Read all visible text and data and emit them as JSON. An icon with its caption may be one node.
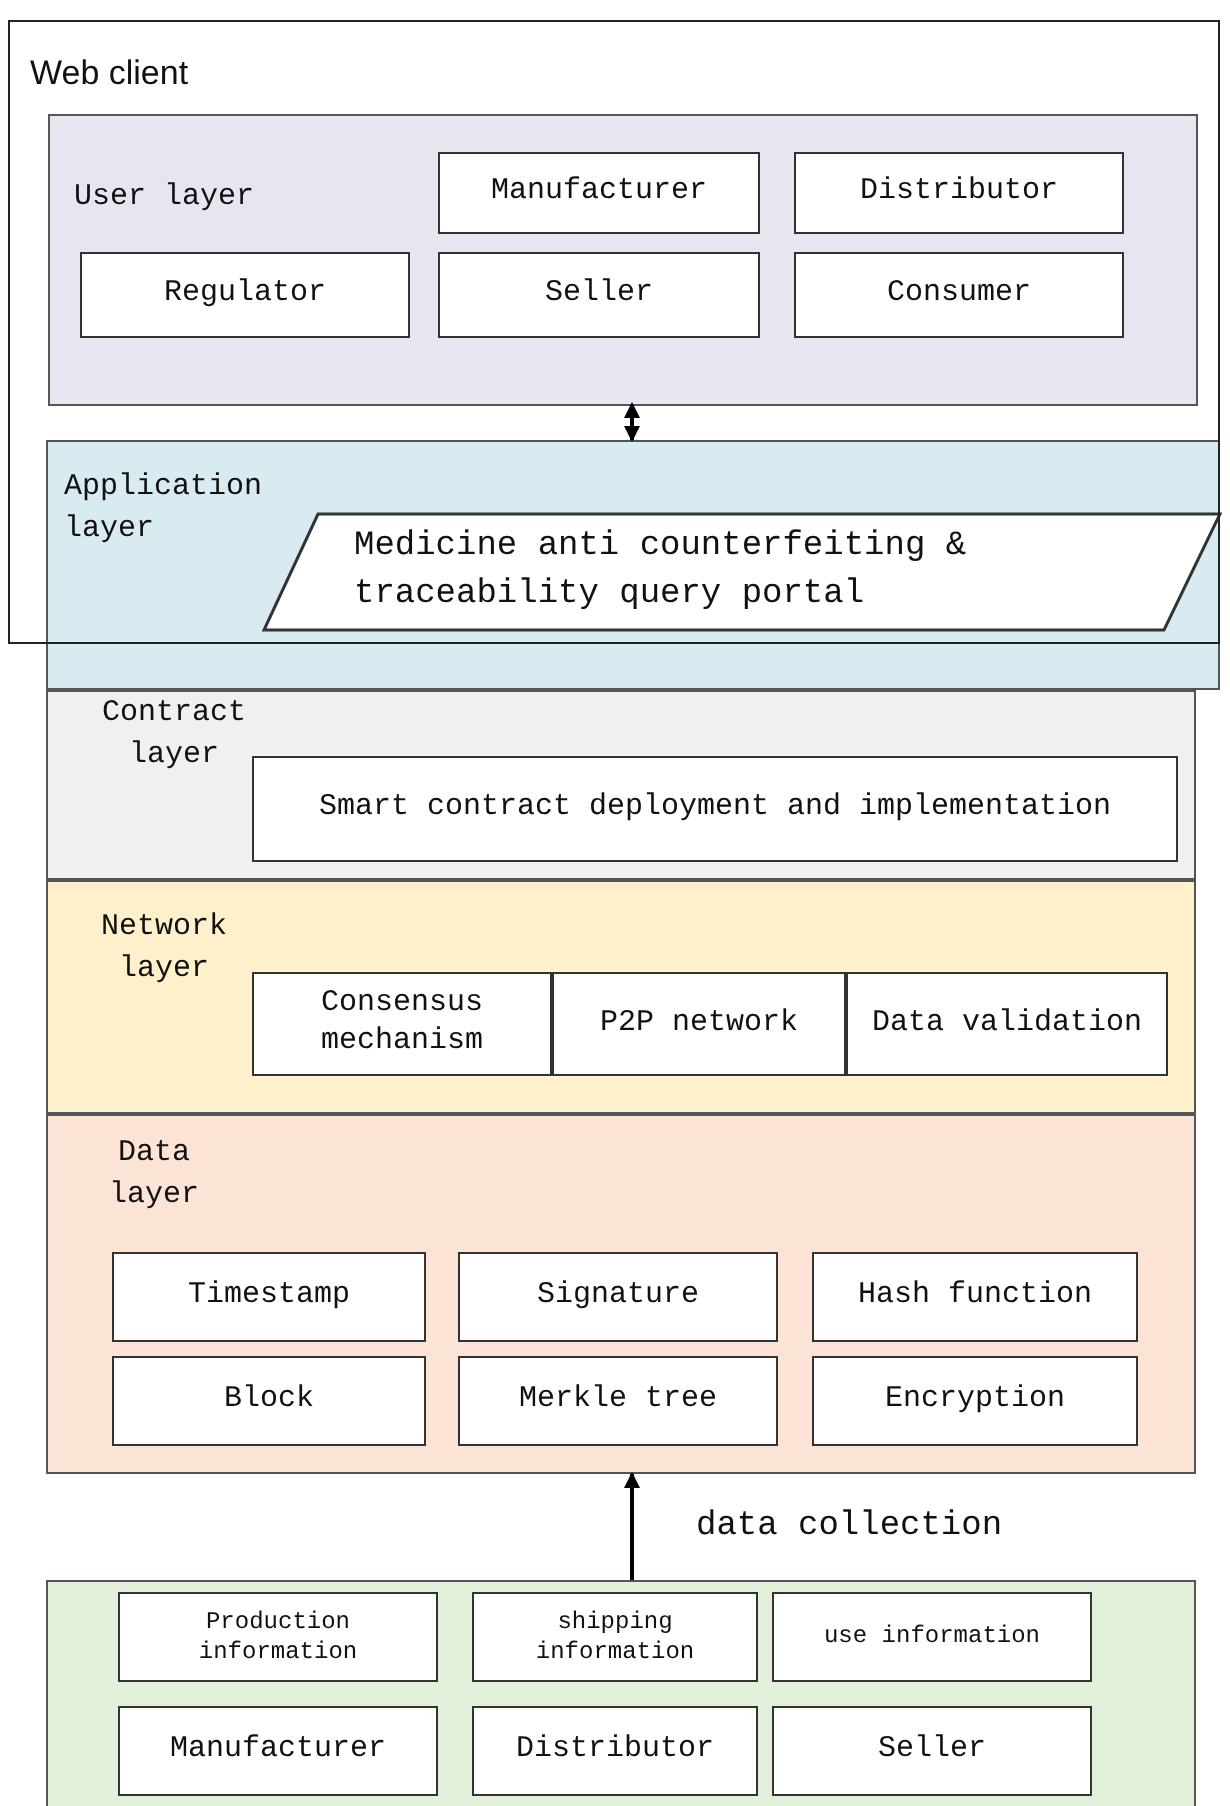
{
  "diagram": {
    "nodes": [
      {
        "text": [
          "Web client"
        ]
      },
      {
        "text": [
          "User layer"
        ],
        "in": 0
      },
      {
        "text": [
          "Manufacturer"
        ],
        "in": 1
      },
      {
        "text": [
          "Distributor"
        ],
        "in": 1
      },
      {
        "text": [
          "Regulator"
        ],
        "in": 1
      },
      {
        "text": [
          "Seller"
        ],
        "in": 1
      },
      {
        "text": [
          "Consumer"
        ],
        "in": 1
      },
      {
        "text": [
          "Application layer"
        ]
      },
      {
        "text": [
          "Medicine anti counterfeiting & traceability query portal"
        ],
        "in": 7
      },
      {
        "text": [
          "Contract layer"
        ]
      },
      {
        "text": [
          "Smart contract deployment and implementation"
        ],
        "in": 9
      },
      {
        "text": [
          "Network layer"
        ]
      },
      {
        "text": [
          "Consensus mechanism"
        ],
        "in": 11
      },
      {
        "text": [
          "P2P network"
        ],
        "in": 11
      },
      {
        "text": [
          "Data validation"
        ],
        "in": 11
      },
      {
        "text": [
          "Data layer"
        ]
      },
      {
        "text": [
          "Timestamp"
        ],
        "in": 15
      },
      {
        "text": [
          "Signature"
        ],
        "in": 15
      },
      {
        "text": [
          "Hash function"
        ],
        "in": 15
      },
      {
        "text": [
          "Block"
        ],
        "in": 15
      },
      {
        "text": [
          "Merkle tree"
        ],
        "in": 15
      },
      {
        "text": [
          "Encryption"
        ],
        "in": 15
      },
      {
        "text": [],
        "shape": "box"
      },
      {
        "text": [
          "Production information"
        ],
        "in": 22
      },
      {
        "text": [
          "shipping information"
        ],
        "in": 22
      },
      {
        "text": [
          "use information"
        ],
        "in": 22
      },
      {
        "text": [
          "Manufacturer"
        ],
        "in": 22
      },
      {
        "text": [
          "Distributor"
        ],
        "in": 22
      },
      {
        "text": [
          "Seller"
        ],
        "in": 22
      }
    ],
    "edges": [
      {
        "from": 1,
        "to": 7,
        "arrow": "both"
      },
      {
        "from": 22,
        "to": 15,
        "arrow": "to",
        "label": "data collection"
      }
    ]
  }
}
